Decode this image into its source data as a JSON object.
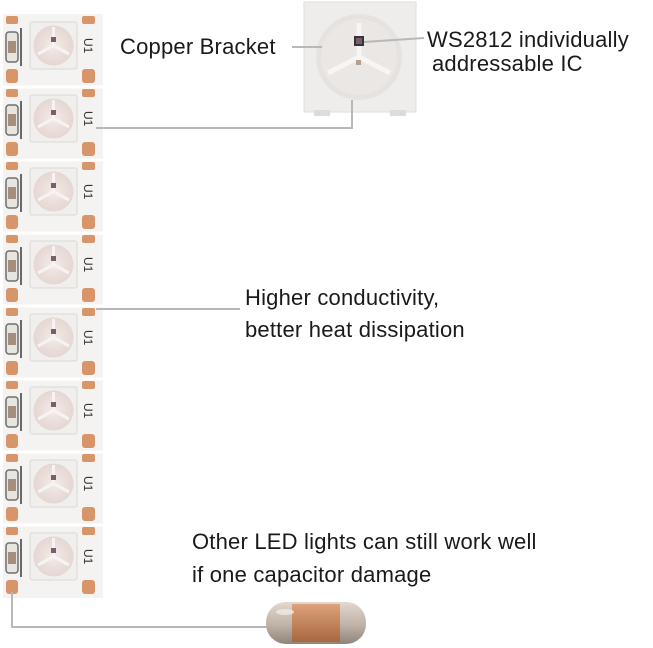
{
  "labels": {
    "copper_bracket": "Copper Bracket",
    "ic_line1": "WS2812 individually",
    "ic_line2": "addressable IC",
    "conductivity_line1": "Higher conductivity,",
    "conductivity_line2": "better heat dissipation",
    "capacitor_line1": "Other LED lights can still work well",
    "capacitor_line2": "if one capacitor damage"
  },
  "strip": {
    "segment_count": 8,
    "pcb_marking": "U1"
  },
  "colors": {
    "pcb": "#f4f3f1",
    "copper_pad": "#d8956a",
    "led_body": "#f1efed",
    "led_lens": "#e6d6d1",
    "leader_line": "#b8b8b8",
    "capacitor_body": "#c9bdb3",
    "capacitor_band": "#c7875a"
  }
}
